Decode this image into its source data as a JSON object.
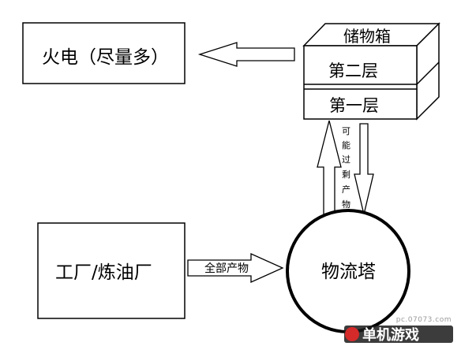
{
  "nodes": {
    "power_plant": "火电（尽量多）",
    "storage": {
      "title": "储物箱",
      "layer2": "第二层",
      "layer1": "第一层"
    },
    "factory": "工厂/炼油厂",
    "logistics_tower": "物流塔"
  },
  "edges": {
    "to_tower": "全部产物",
    "surplus": [
      "可",
      "能",
      "过",
      "剩",
      "产",
      "物"
    ]
  },
  "watermark": {
    "site": "pc.07073.com",
    "brand": "单机游戏"
  }
}
